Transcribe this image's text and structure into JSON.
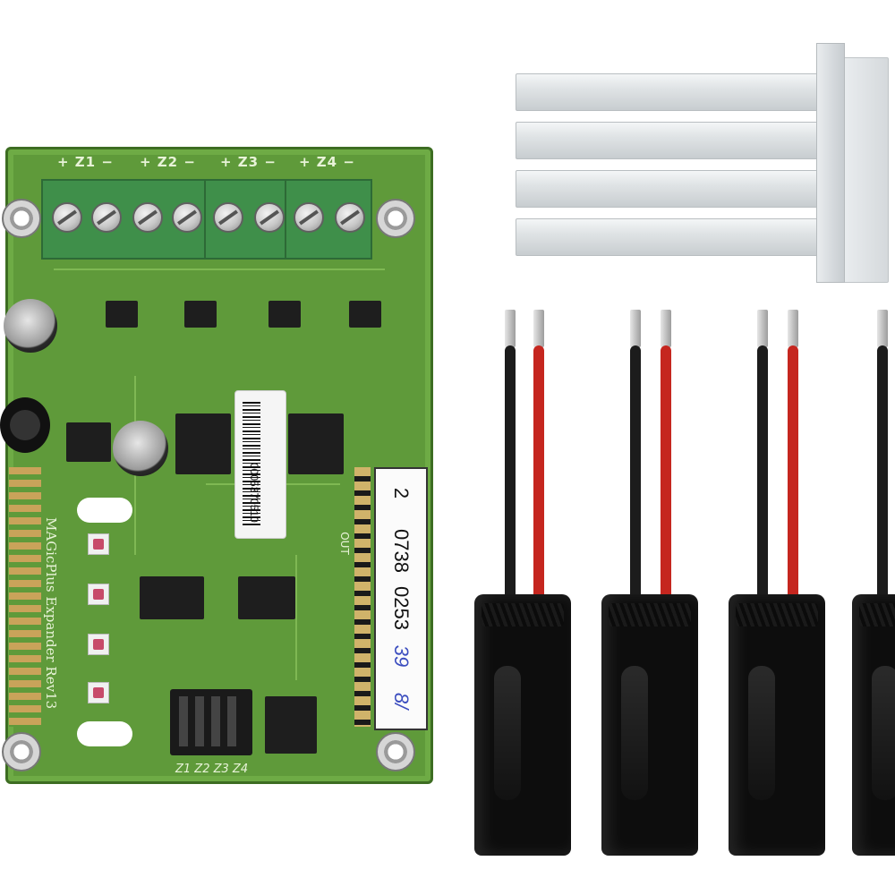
{
  "pcb": {
    "zone_labels": [
      "+ Z1 −",
      "+ Z2 −",
      "+ Z3 −",
      "+ Z4 −"
    ],
    "board_name": "MAGicPlus Expander Rev13",
    "barcode_number": "0005370510",
    "serial_lines": [
      "2",
      "0738",
      "0253",
      "39",
      "8/"
    ],
    "bottom_label": "Z1 Z2 Z3 Z4",
    "side_label": "OUT"
  },
  "colors": {
    "pcb_green": "#5f9a3a",
    "terminal_green": "#3f8f4a",
    "wire_red": "#c5261f",
    "wire_black": "#1c1c1c",
    "module_black": "#0d0d0d"
  },
  "items": [
    "circuit-board",
    "plastic-comb",
    "sensor-module",
    "sensor-module",
    "sensor-module",
    "sensor-module"
  ]
}
